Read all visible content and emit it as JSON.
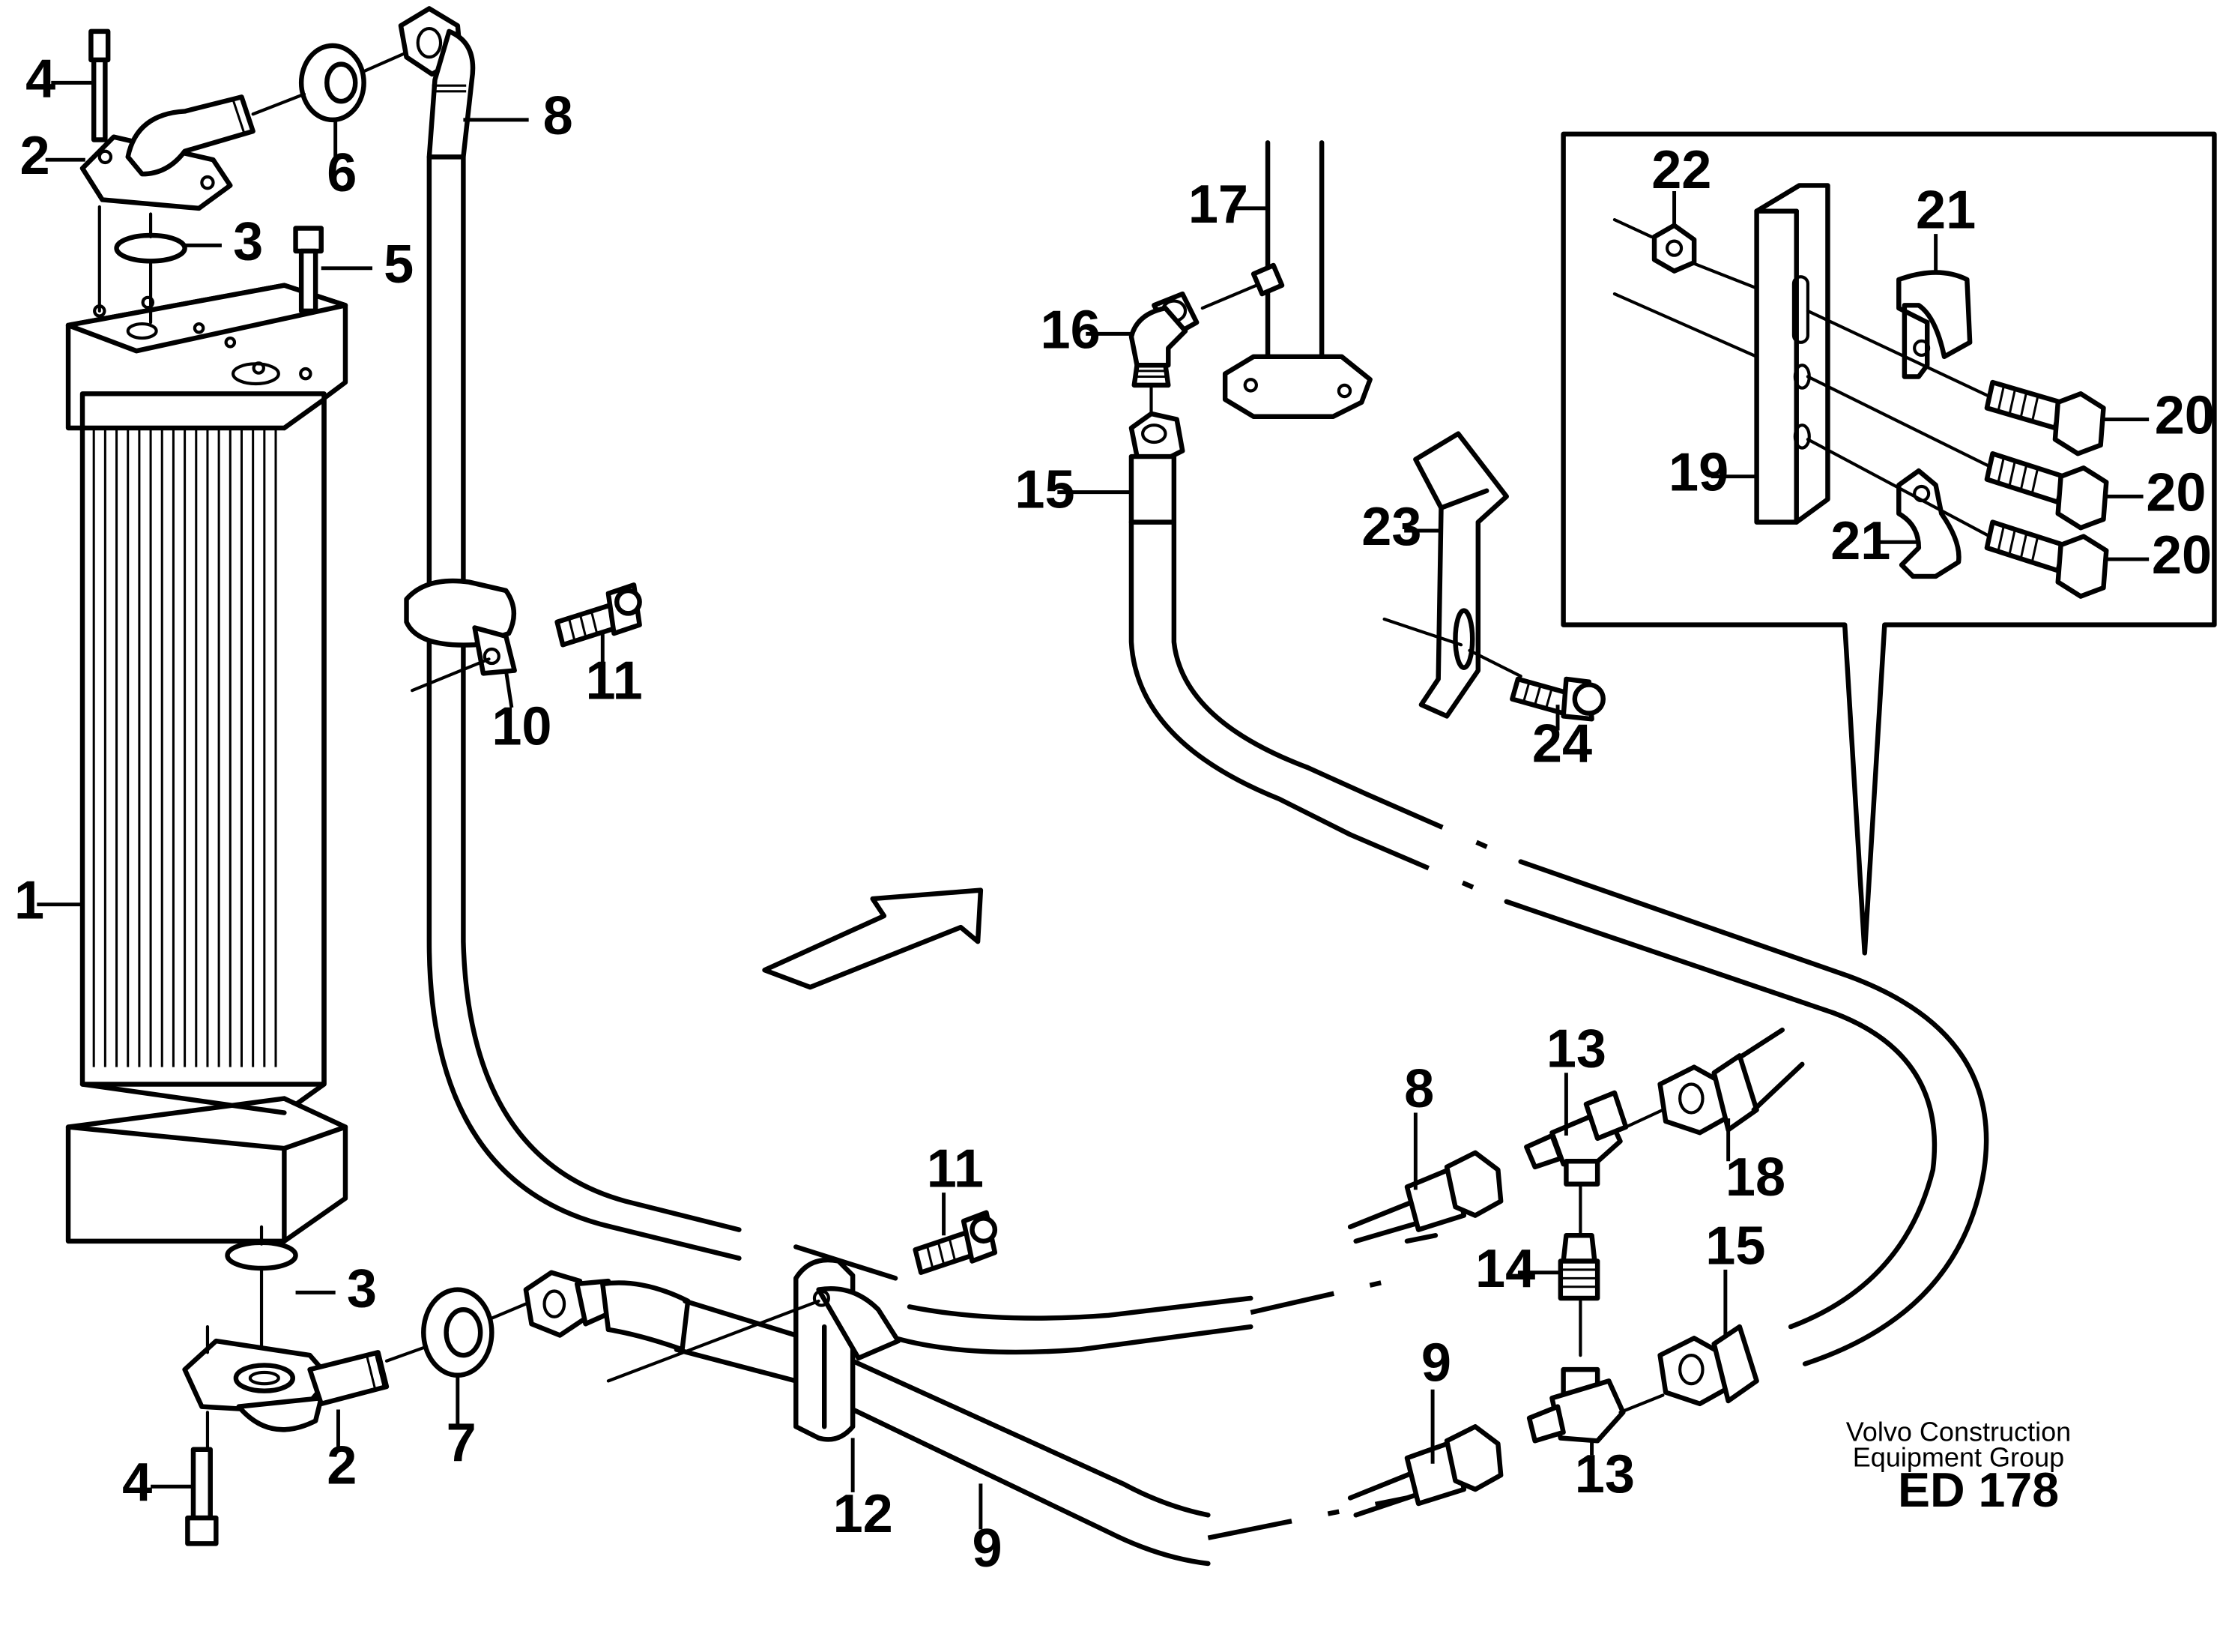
{
  "labels": {
    "l1": "1",
    "l2a": "2",
    "l2b": "2",
    "l3a": "3",
    "l3b": "3",
    "l4a": "4",
    "l4b": "4",
    "l5": "5",
    "l6": "6",
    "l7": "7",
    "l8a": "8",
    "l8b": "8",
    "l9a": "9",
    "l9b": "9",
    "l10": "10",
    "l11a": "11",
    "l11b": "11",
    "l12": "12",
    "l13a": "13",
    "l13b": "13",
    "l14": "14",
    "l15a": "15",
    "l15b": "15",
    "l16": "16",
    "l17": "17",
    "l18": "18",
    "l19": "19",
    "l20a": "20",
    "l20b": "20",
    "l20c": "20",
    "l21a": "21",
    "l21b": "21",
    "l22": "22",
    "l23": "23",
    "l24": "24"
  },
  "footer": {
    "brand_line1": "Volvo Construction",
    "brand_line2": "Equipment Group",
    "drawing_code": "ED 178"
  }
}
